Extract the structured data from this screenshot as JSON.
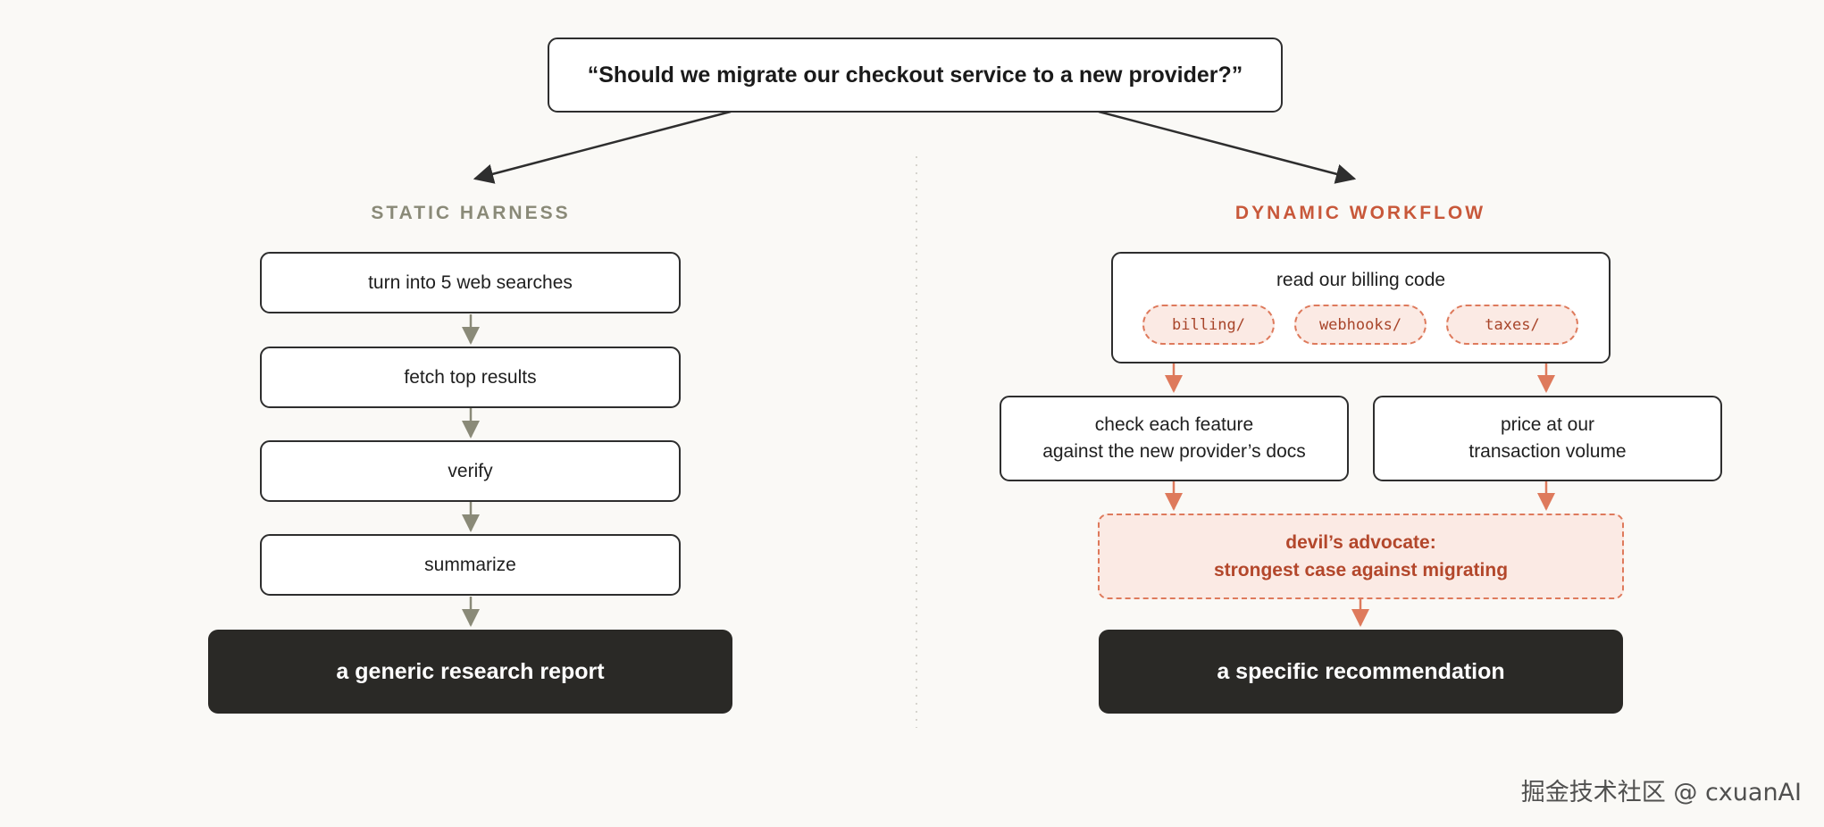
{
  "question": "“Should we migrate our checkout service to a new provider?”",
  "colors": {
    "static_accent": "#8a8a78",
    "dynamic_accent": "#c8583a",
    "dark_box": "#2a2926",
    "tint": "#fbeae4"
  },
  "static": {
    "heading": "STATIC HARNESS",
    "steps": [
      "turn into 5 web searches",
      "fetch top results",
      "verify",
      "summarize"
    ],
    "result": "a generic research report"
  },
  "dynamic": {
    "heading": "DYNAMIC WORKFLOW",
    "read_code": {
      "label": "read our billing code",
      "tags": [
        "billing/",
        "webhooks/",
        "taxes/"
      ]
    },
    "check_features": "check each feature\nagainst the new provider’s docs",
    "price": "price at our\ntransaction volume",
    "devils_advocate": "devil’s advocate:\nstrongest case against migrating",
    "result": "a specific recommendation"
  },
  "watermark": "掘金技术社区 @ cxuanAI"
}
